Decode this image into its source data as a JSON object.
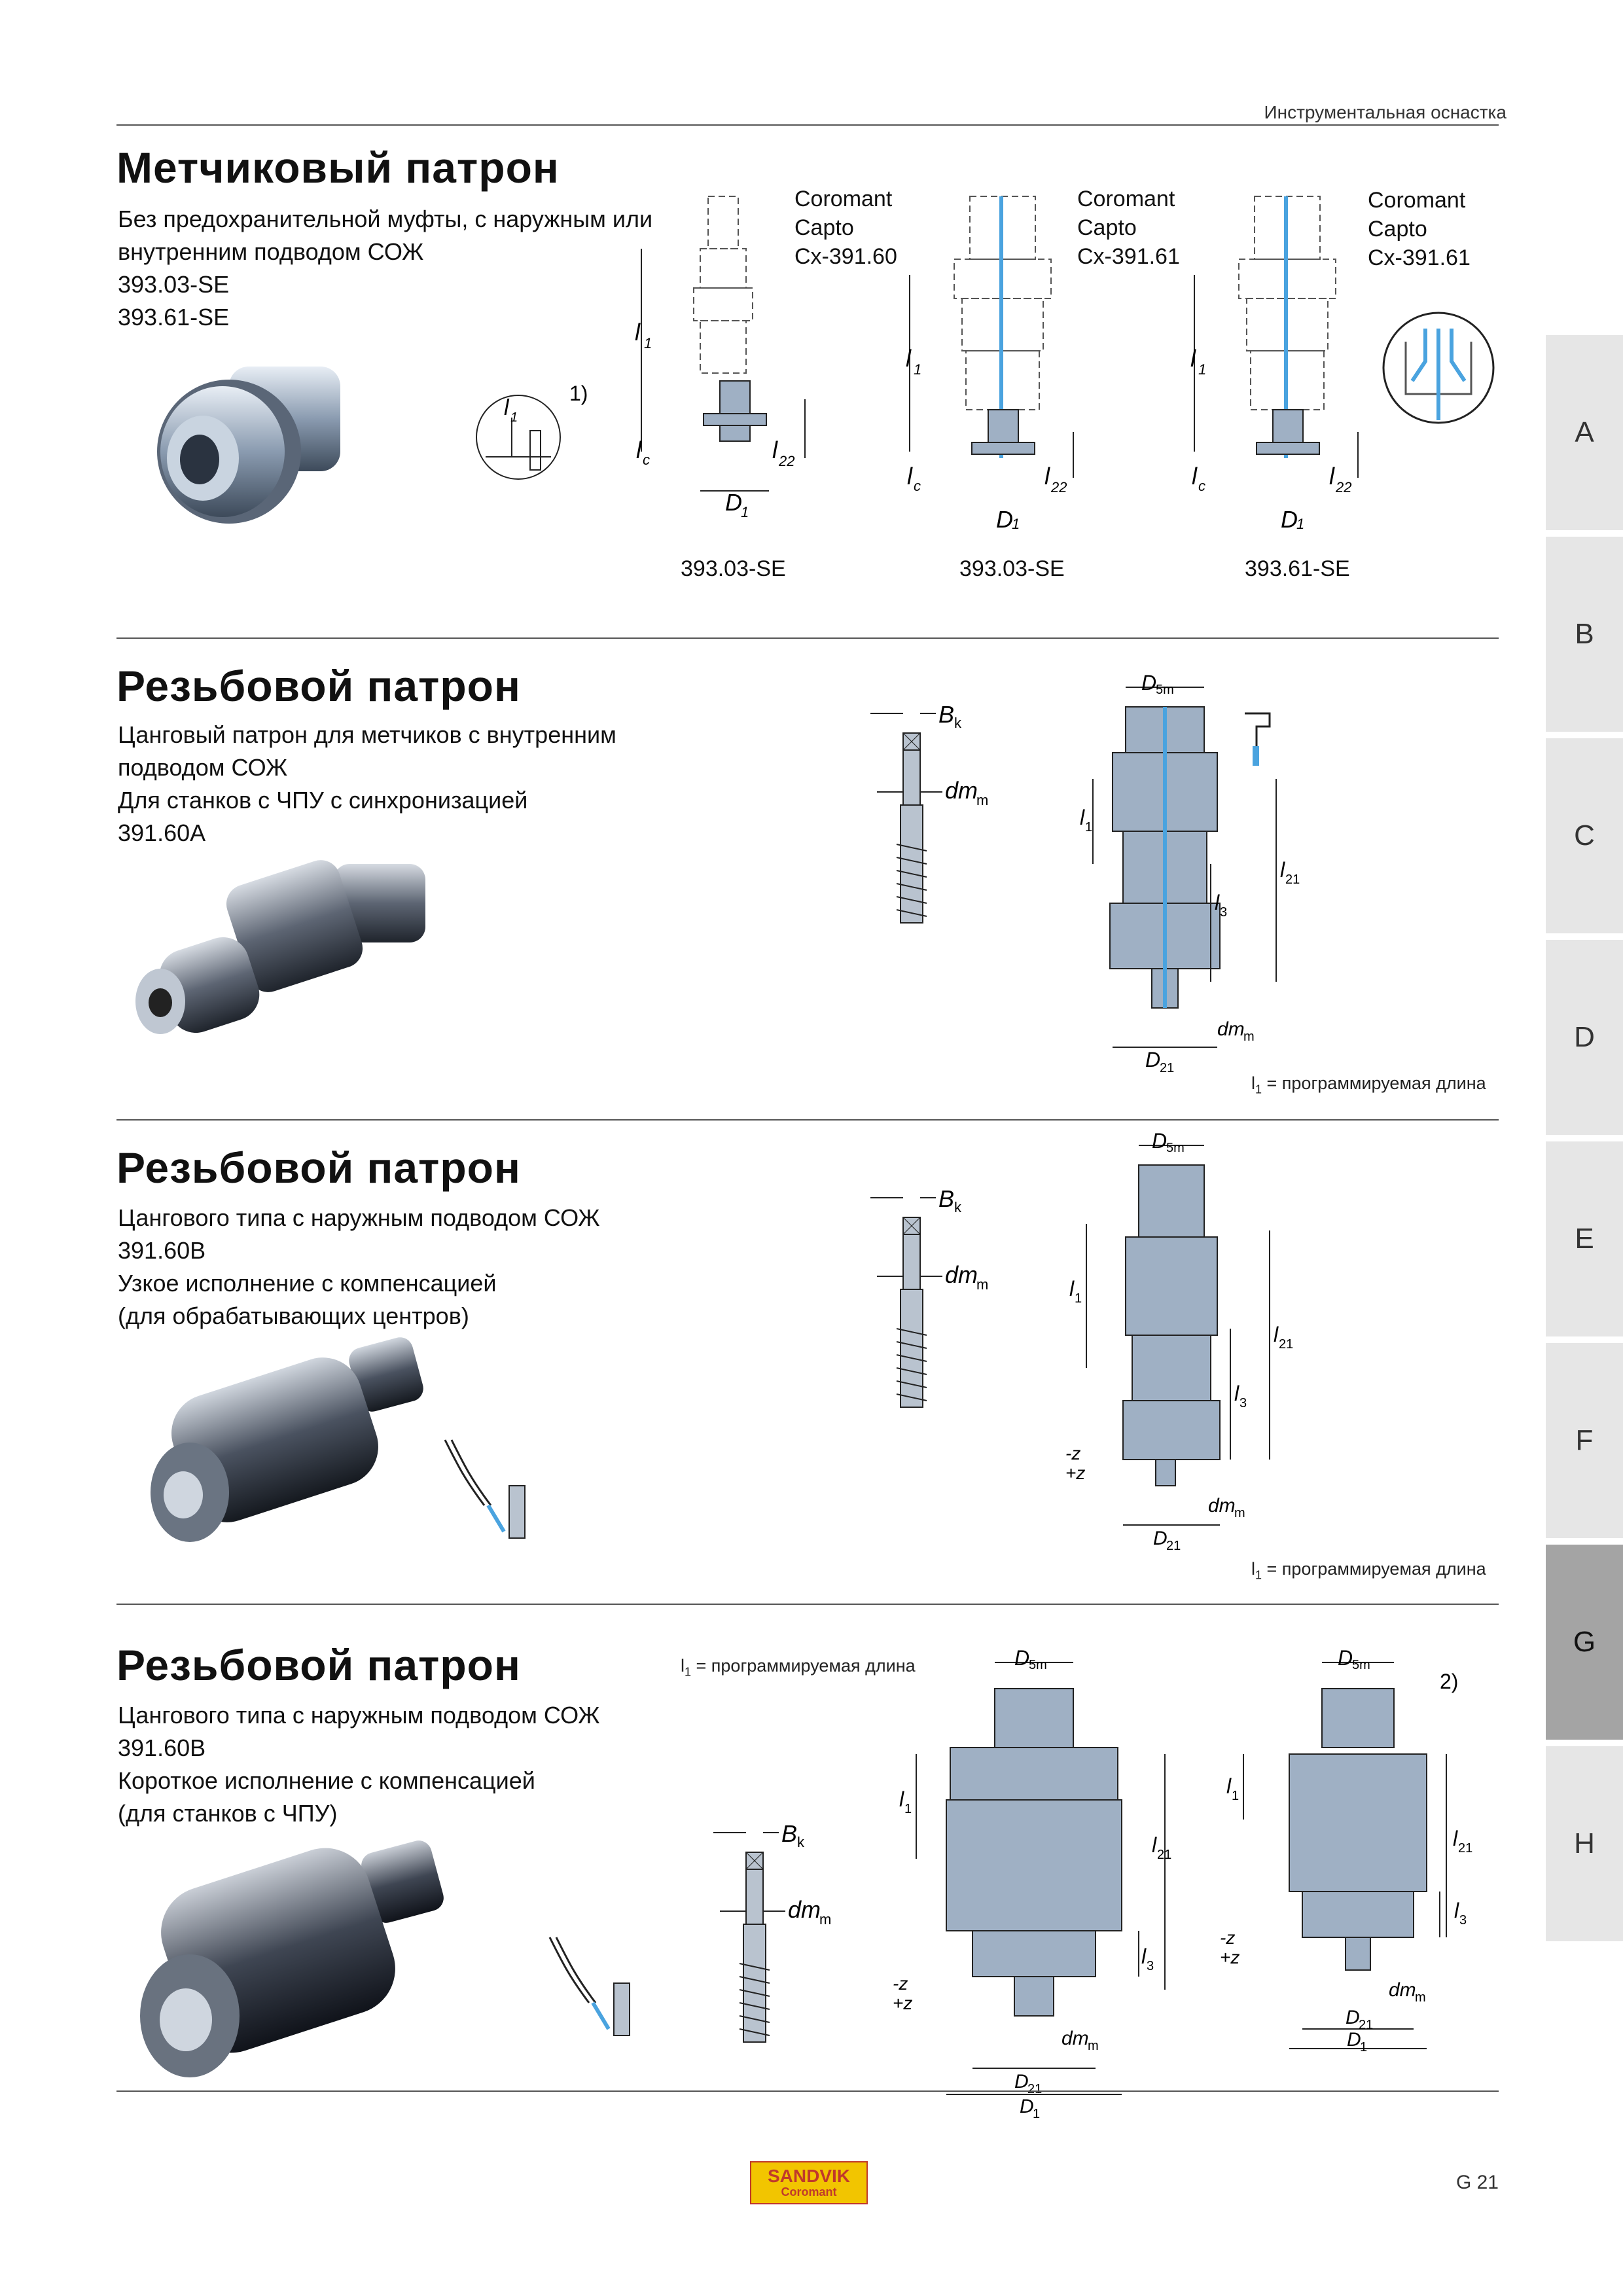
{
  "header": {
    "category": "Инструментальная оснастка"
  },
  "colors": {
    "accent_blue": "#4aa3df",
    "tool_gray": "#9fb0c4",
    "tab_bg": "#e6e6e6",
    "tab_active": "#a4a4a4",
    "logo_yellow": "#f2c500",
    "logo_red": "#c0392b"
  },
  "sections": [
    {
      "title": "Метчиковый патрон",
      "desc": [
        "Без предохранительной муфты, с наружным или",
        "внутренним подводом СОЖ",
        "393.03-SE",
        "393.61-SE"
      ],
      "footnote_marker": "1)",
      "detail_l": "l",
      "detail_sub": "1",
      "drawings": [
        {
          "label": "Coromant\nCapto\nCx-391.60",
          "l1": "Coromant",
          "l2": "Capto",
          "l3": "Cx-391.60",
          "caption": "393.03-SE"
        },
        {
          "l1": "Coromant",
          "l2": "Capto",
          "l3": "Cx-391.61",
          "caption": "393.03-SE"
        },
        {
          "l1": "Coromant",
          "l2": "Capto",
          "l3": "Cx-391.61",
          "caption": "393.61-SE"
        }
      ],
      "dims": {
        "l1": "l",
        "l1_sub": "1",
        "lc": "l",
        "lc_sub": "c",
        "l22": "l",
        "l22_sub": "22",
        "D1": "D",
        "D1_sub": "1"
      }
    },
    {
      "title": "Резьбовой патрон",
      "desc": [
        "Цанговый патрон для метчиков с внутренним",
        "подводом СОЖ",
        "Для станков с ЧПУ с синхронизацией",
        "391.60A"
      ],
      "note": "l",
      "note_sub": "1",
      "note_rest": " = программируемая длина"
    },
    {
      "title": "Резьбовой патрон",
      "desc": [
        "Цангового типа с наружным подводом СОЖ",
        "391.60B",
        "Узкое исполнение с компенсацией",
        "(для обрабатывающих центров)"
      ],
      "note": "l",
      "note_sub": "1",
      "note_rest": " = программируемая длина"
    },
    {
      "title": "Резьбовой патрон",
      "desc": [
        "Цангового типа с наружным подводом СОЖ",
        "391.60B",
        "Короткое исполнение с компенсацией",
        "(для станков с ЧПУ)"
      ],
      "note": "l",
      "note_sub": "1",
      "note_rest": " = программируемая длина",
      "footnote_marker": "2)"
    }
  ],
  "dim_labels": {
    "Bk": "B",
    "Bk_sub": "k",
    "dmm": "dm",
    "dmm_sub": "m",
    "D5m": "D",
    "D5m_sub": "5m",
    "D21": "D",
    "D21_sub": "21",
    "D1": "D",
    "D1_sub": "1",
    "l1": "l",
    "l1_sub": "1",
    "l21": "l",
    "l21_sub": "21",
    "l3": "l",
    "l3_sub": "3",
    "minus_z": "-z",
    "plus_z": "+z"
  },
  "tabs": [
    {
      "letter": "A",
      "active": false
    },
    {
      "letter": "B",
      "active": false
    },
    {
      "letter": "C",
      "active": false
    },
    {
      "letter": "D",
      "active": false
    },
    {
      "letter": "E",
      "active": false
    },
    {
      "letter": "F",
      "active": false
    },
    {
      "letter": "G",
      "active": true
    },
    {
      "letter": "H",
      "active": false
    }
  ],
  "footer": {
    "logo_line1": "SANDVIK",
    "logo_line2": "Coromant",
    "page": "G 21"
  }
}
